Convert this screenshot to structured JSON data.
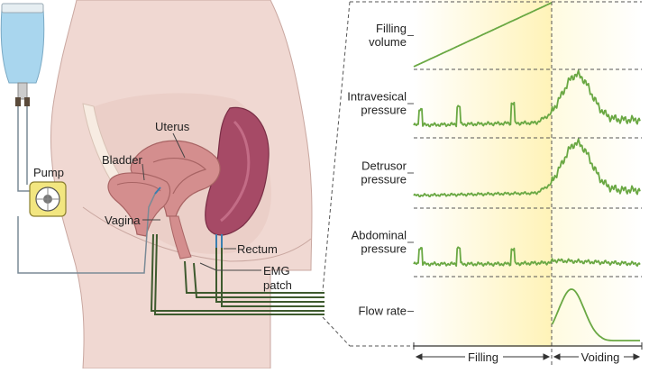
{
  "colors": {
    "skin": "#f0d8d2",
    "skin_outline": "#c9a7a0",
    "organ": "#d48e8e",
    "organ_dark": "#a64a66",
    "tube_green": "#3e5a2e",
    "trace_green": "#6aa843",
    "pump_yellow": "#f2e680",
    "iv_bag": "#a9d6ee",
    "grid_dash": "#555555",
    "filling_bg": "#fff7cc"
  },
  "anatomy": {
    "pump": "Pump",
    "bladder": "Bladder",
    "uterus": "Uterus",
    "vagina": "Vagina",
    "rectum": "Rectum",
    "emg_line1": "EMG",
    "emg_line2": "patch"
  },
  "traces": [
    {
      "label_lines": [
        "Filling",
        "volume"
      ],
      "shape": "ramp"
    },
    {
      "label_lines": [
        "Intravesical",
        "pressure"
      ],
      "shape": "intravesical"
    },
    {
      "label_lines": [
        "Detrusor",
        "pressure"
      ],
      "shape": "detrusor"
    },
    {
      "label_lines": [
        "Abdominal",
        "pressure"
      ],
      "shape": "abdominal"
    },
    {
      "label_lines": [
        "Flow rate"
      ],
      "shape": "flow"
    }
  ],
  "phases": {
    "filling": "Filling",
    "voiding": "Voiding"
  }
}
